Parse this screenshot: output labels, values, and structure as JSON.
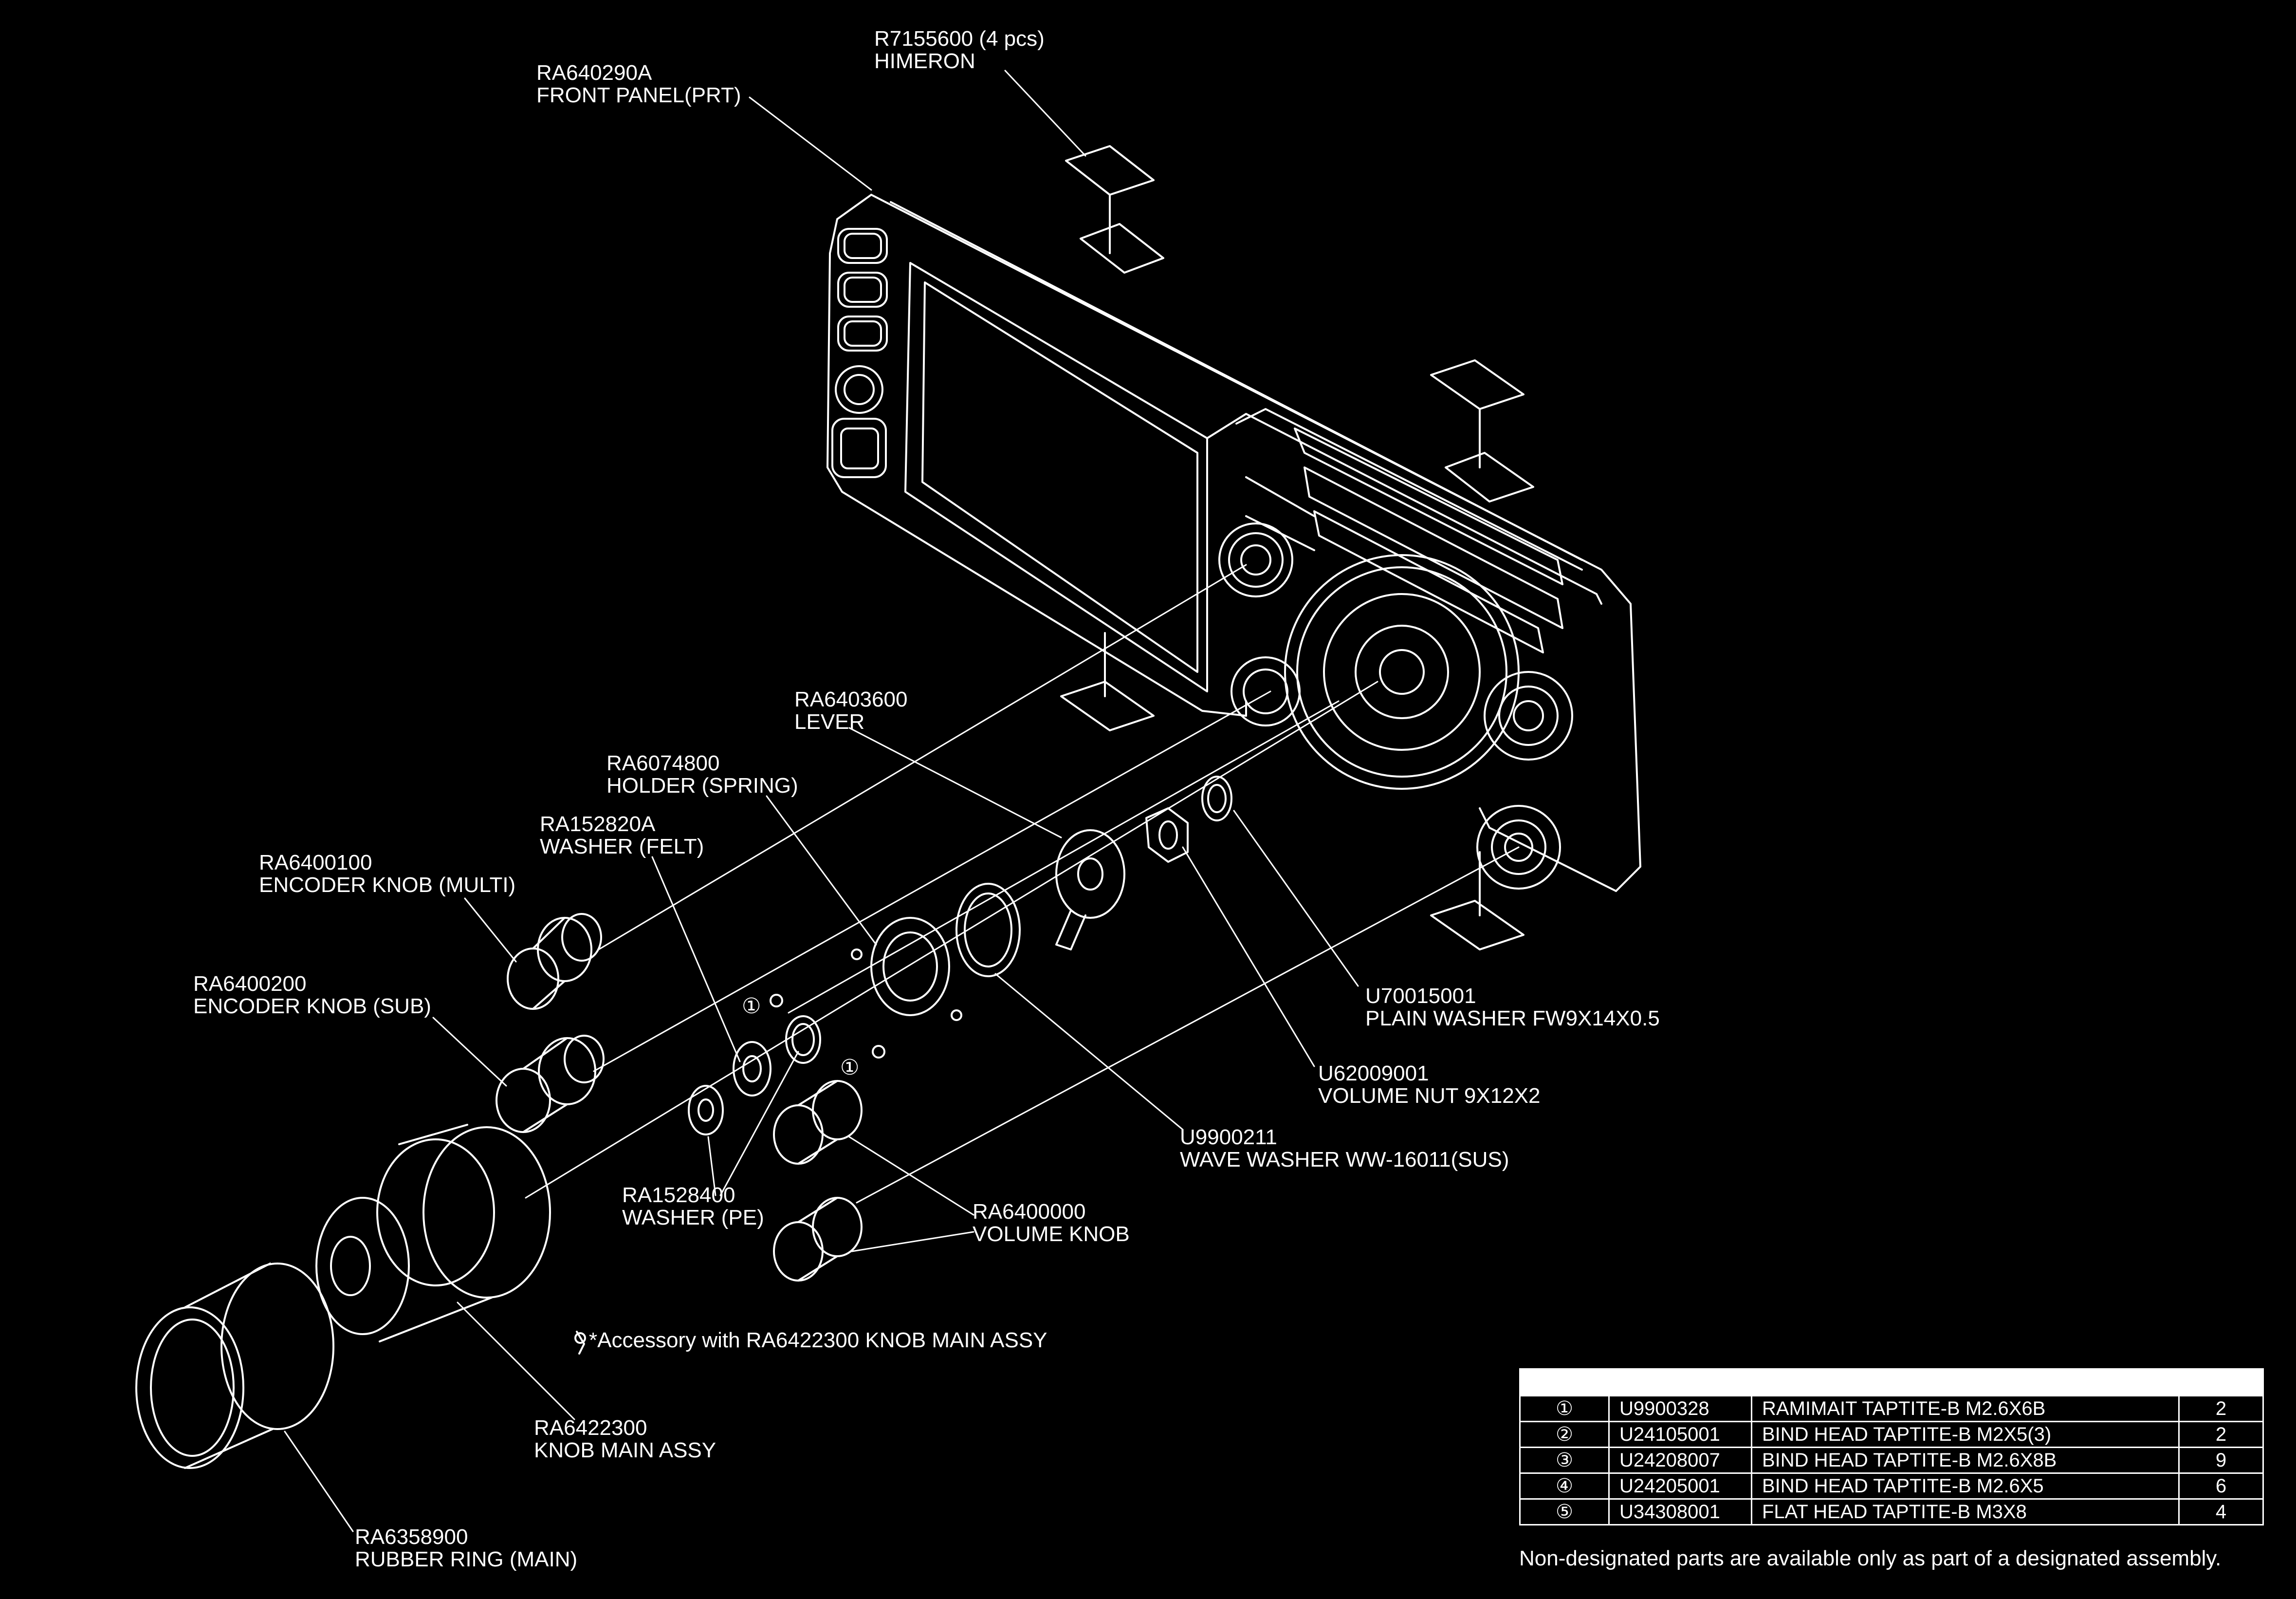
{
  "colors": {
    "background": "#000000",
    "line": "#ffffff"
  },
  "callouts": [
    {
      "id": "himeron",
      "part_no": "R7155600 (4 pcs)",
      "name": "HIMERON"
    },
    {
      "id": "front-panel",
      "part_no": "RA640290A",
      "name": "FRONT PANEL(PRT)"
    },
    {
      "id": "lever",
      "part_no": "RA6403600",
      "name": "LEVER"
    },
    {
      "id": "holder-spring",
      "part_no": "RA6074800",
      "name": "HOLDER (SPRING)"
    },
    {
      "id": "washer-felt",
      "part_no": "RA152820A",
      "name": "WASHER (FELT)"
    },
    {
      "id": "encoder-knob-multi",
      "part_no": "RA6400100",
      "name": "ENCODER KNOB (MULTI)"
    },
    {
      "id": "encoder-knob-sub",
      "part_no": "RA6400200",
      "name": "ENCODER KNOB (SUB)"
    },
    {
      "id": "plain-washer",
      "part_no": "U70015001",
      "name": "PLAIN WASHER FW9X14X0.5"
    },
    {
      "id": "volume-nut",
      "part_no": "U62009001",
      "name": "VOLUME NUT 9X12X2"
    },
    {
      "id": "wave-washer",
      "part_no": "U9900211",
      "name": "WAVE WASHER WW-16011(SUS)"
    },
    {
      "id": "washer-pe",
      "part_no": "RA1528400",
      "name": "WASHER (PE)"
    },
    {
      "id": "volume-knob",
      "part_no": "RA6400000",
      "name": "VOLUME KNOB"
    },
    {
      "id": "knob-main-assy",
      "part_no": "RA6422300",
      "name": "KNOB MAIN ASSY"
    },
    {
      "id": "rubber-ring",
      "part_no": "RA6358900",
      "name": "RUBBER RING (MAIN)"
    }
  ],
  "accessory_note": "*Accessory with RA6422300 KNOB MAIN ASSY",
  "screw_marker": "①",
  "parts_table": {
    "rows": [
      {
        "mark": "①",
        "part_no": "U9900328",
        "description": "RAMIMAIT TAPTITE-B M2.6X6B",
        "qty": "2"
      },
      {
        "mark": "②",
        "part_no": "U24105001",
        "description": "BIND HEAD TAPTITE-B M2X5(3)",
        "qty": "2"
      },
      {
        "mark": "③",
        "part_no": "U24208007",
        "description": "BIND HEAD TAPTITE-B M2.6X8B",
        "qty": "9"
      },
      {
        "mark": "④",
        "part_no": "U24205001",
        "description": "BIND HEAD TAPTITE-B M2.6X5",
        "qty": "6"
      },
      {
        "mark": "⑤",
        "part_no": "U34308001",
        "description": "FLAT HEAD TAPTITE-B M3X8",
        "qty": "4"
      }
    ],
    "note": "Non-designated parts are available only as part of a designated assembly."
  }
}
